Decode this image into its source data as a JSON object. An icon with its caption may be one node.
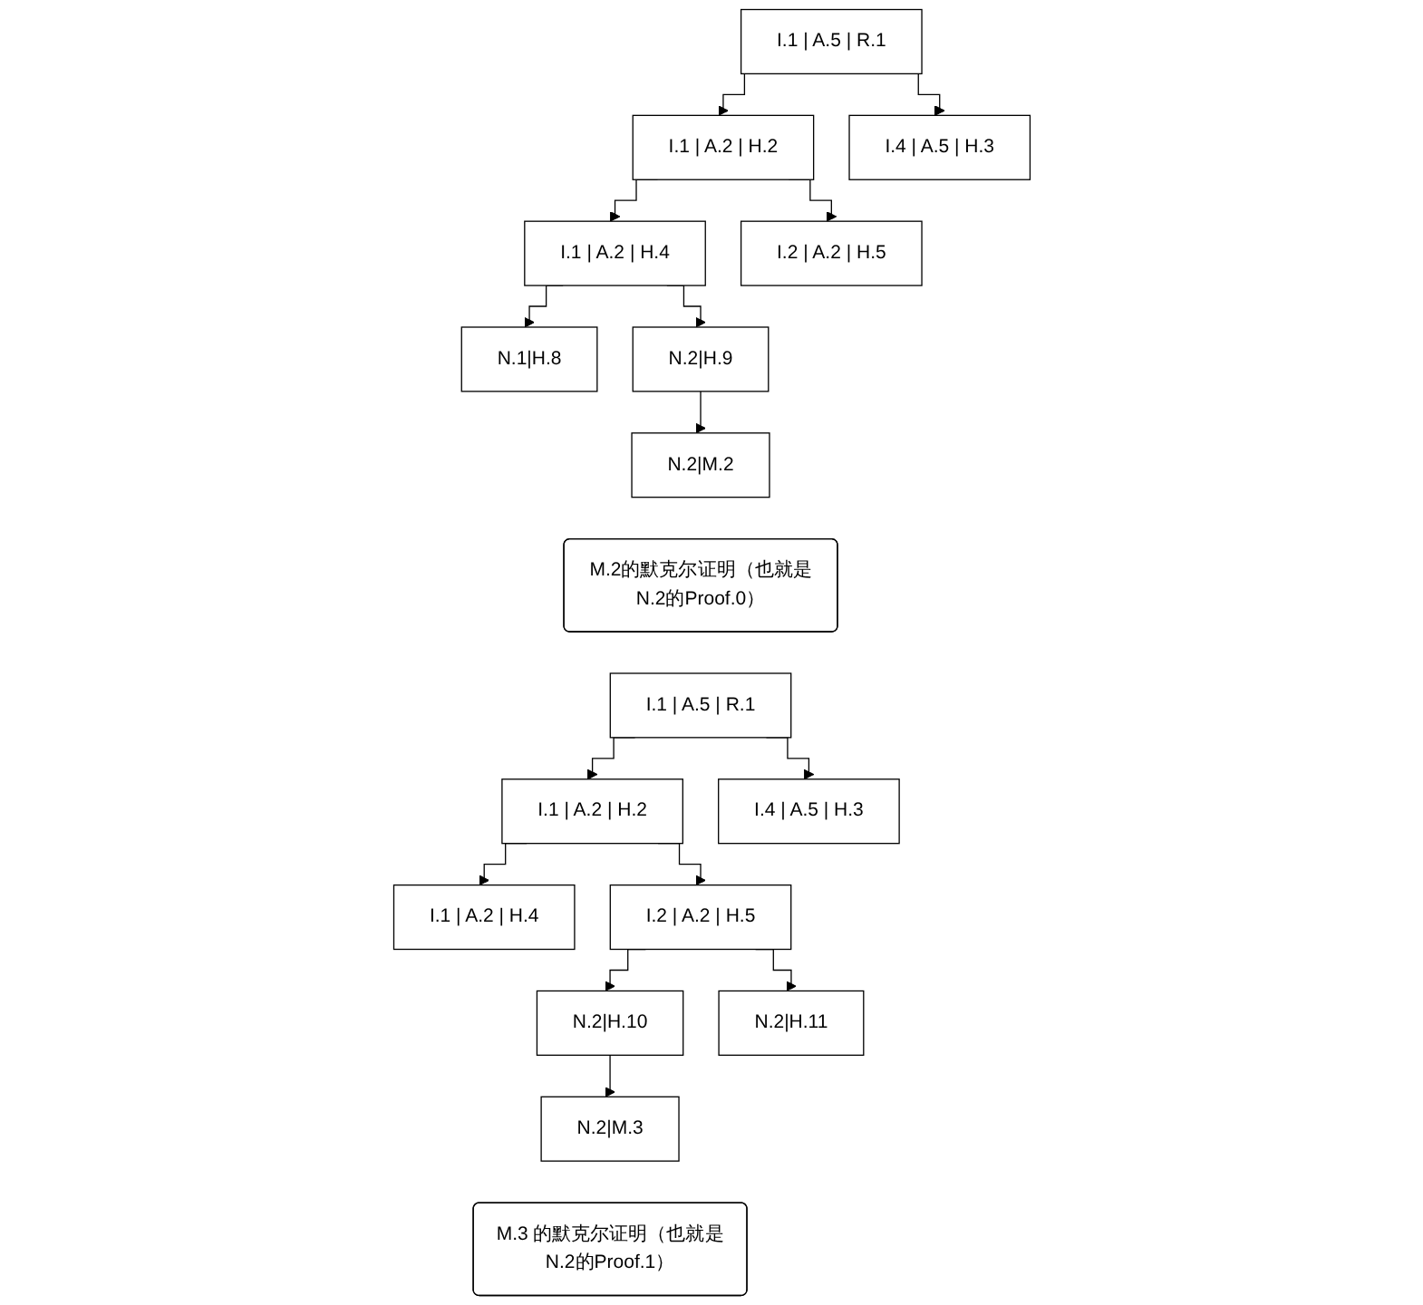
{
  "diagram": {
    "nodes": [
      {
        "text": [
          "I.1 | A.5 | R.1"
        ]
      },
      {
        "text": [
          "I.1 | A.2 | H.2"
        ]
      },
      {
        "text": [
          "I.4 | A.5 | H.3"
        ]
      },
      {
        "text": [
          "I.1 | A.2 | H.4"
        ]
      },
      {
        "text": [
          "I.2 | A.2 | H.5"
        ]
      },
      {
        "text": [
          "N.1|H.8"
        ]
      },
      {
        "text": [
          "N.2|H.9"
        ]
      },
      {
        "text": [
          "N.2|M.2"
        ]
      },
      {
        "text": [
          "M.2的默克尔证明（也就是N.2的Proof.0）"
        ]
      },
      {
        "text": [
          "I.1 | A.5 | R.1"
        ]
      },
      {
        "text": [
          "I.1 | A.2 | H.2"
        ]
      },
      {
        "text": [
          "I.4 | A.5 | H.3"
        ]
      },
      {
        "text": [
          "I.1 | A.2 | H.4"
        ]
      },
      {
        "text": [
          "I.2 | A.2 | H.5"
        ]
      },
      {
        "text": [
          "N.2|H.10"
        ]
      },
      {
        "text": [
          "N.2|H.11"
        ]
      },
      {
        "text": [
          "N.2|M.3"
        ]
      },
      {
        "text": [
          "M.3 的默克尔证明（也就是N.2的Proof.1）"
        ]
      }
    ],
    "edges": [
      {
        "from": 0,
        "to": 1,
        "arrow": "to"
      },
      {
        "from": 0,
        "to": 2,
        "arrow": "to"
      },
      {
        "from": 1,
        "to": 3,
        "arrow": "to"
      },
      {
        "from": 1,
        "to": 4,
        "arrow": "to"
      },
      {
        "from": 3,
        "to": 5,
        "arrow": "to"
      },
      {
        "from": 3,
        "to": 6,
        "arrow": "to"
      },
      {
        "from": 6,
        "to": 7,
        "arrow": "to"
      },
      {
        "from": 9,
        "to": 10,
        "arrow": "to"
      },
      {
        "from": 9,
        "to": 11,
        "arrow": "to"
      },
      {
        "from": 10,
        "to": 12,
        "arrow": "to"
      },
      {
        "from": 10,
        "to": 13,
        "arrow": "to"
      },
      {
        "from": 13,
        "to": 14,
        "arrow": "to"
      },
      {
        "from": 13,
        "to": 15,
        "arrow": "to"
      },
      {
        "from": 14,
        "to": 16,
        "arrow": "to"
      }
    ]
  }
}
